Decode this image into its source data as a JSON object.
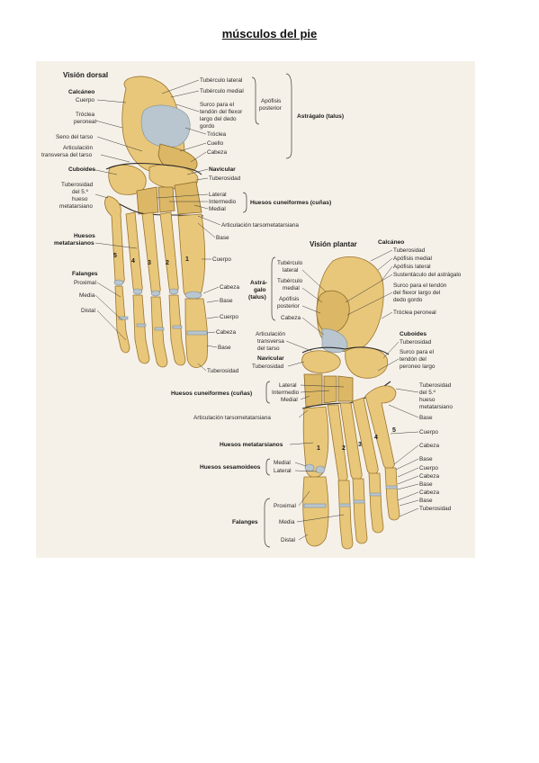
{
  "page": {
    "title": "músculos del pie"
  },
  "dorsal": {
    "title": "Visión dorsal",
    "calcaneo": "Calcáneo",
    "cuerpo": "Cuerpo",
    "troclea_peroneal": [
      "Tróclea",
      "peroneal"
    ],
    "seno_tarso": "Seno del tarso",
    "art_transversa": [
      "Articulación",
      "transversa del tarso"
    ],
    "cuboides": "Cuboides",
    "tuberosidad_5": [
      "Tuberosidad",
      "del 5.º",
      "hueso",
      "metatarsiano"
    ],
    "huesos_metatarsianos": [
      "Huesos",
      "metatarsianos"
    ],
    "falanges": "Falanges",
    "proximal": "Proximal",
    "media": "Media",
    "distal": "Distal",
    "tuberculo_lateral": "Tubérculo lateral",
    "tuberculo_medial": "Tubérculo medial",
    "surco": [
      "Surco para el",
      "tendón del flexor",
      "largo del dedo",
      "gordo"
    ],
    "apofisis_posterior": [
      "Apófisis",
      "posterior"
    ],
    "astragalo": "Astrágalo (talus)",
    "troclea": "Tróclea",
    "cuello": "Cuello",
    "cabeza": "Cabeza",
    "navicular": "Navicular",
    "tuberosidad": "Tuberosidad",
    "lateral": "Lateral",
    "intermedio": "Intermedio",
    "medial": "Medial",
    "cuneiformes": "Huesos cuneiformes (cuñas)",
    "art_tarsometatarsiana": "Articulación tarsometatarsiana",
    "base": "Base",
    "cuerpo_mt": "Cuerpo",
    "cabeza_mt": "Cabeza",
    "base_f": "Base",
    "cuerpo_f": "Cuerpo",
    "cabeza_f": "Cabeza",
    "base_f2": "Base",
    "tuberosidad_f": "Tuberosidad",
    "numbers": [
      "5",
      "4",
      "3",
      "2",
      "1"
    ]
  },
  "plantar": {
    "title": "Visión plantar",
    "calcaneo": "Calcáneo",
    "tuberosidad": "Tuberosidad",
    "apofisis_medial": "Apófisis medial",
    "apofisis_lateral": "Apófisis lateral",
    "sustentaculo": "Sustentáculo del astrágalo",
    "surco": [
      "Surco para el tendón",
      "del flexor largo del",
      "dedo gordo"
    ],
    "troclea_peroneal": "Tróclea peroneal",
    "astragalo": [
      "Astrá-",
      "galo",
      "(talus)"
    ],
    "tuberculo_lateral": [
      "Tubérculo",
      "lateral"
    ],
    "tuberculo_medial": [
      "Tubérculo",
      "medial"
    ],
    "apofisis_posterior": [
      "Apófisis",
      "posterior"
    ],
    "cabeza": "Cabeza",
    "art_transversa": [
      "Articulación",
      "transversa",
      "del tarso"
    ],
    "navicular": "Navicular",
    "tuberosidad_nav": "Tuberosidad",
    "cuboides": "Cuboides",
    "tuberosidad_cub": "Tuberosidad",
    "surco_peroneo": [
      "Surco para el",
      "tendón del",
      "peroneo largo"
    ],
    "cuneiformes": "Huesos cuneiformes (cuñas)",
    "lateral": "Lateral",
    "intermedio": "Intermedio",
    "medial": "Medial",
    "tuberosidad_5": [
      "Tuberosidad",
      "del 5.º",
      "hueso",
      "metatarsiano"
    ],
    "art_tarsometatarsiana": "Articulación tarsometatarsiana",
    "base": "Base",
    "cuerpo": "Cuerpo",
    "huesos_metatarsianos": "Huesos metatarsianos",
    "cabeza_mt": "Cabeza",
    "sesamoideos": "Huesos sesamoideos",
    "ses_medial": "Medial",
    "ses_lateral": "Lateral",
    "base_f": "Base",
    "cuerpo_f": "Cuerpo",
    "cabeza_f": "Cabeza",
    "base_f2": "Base",
    "cabeza_f2": "Cabeza",
    "base_f3": "Base",
    "tuberosidad_f": "Tuberosidad",
    "falanges": "Falanges",
    "proximal": "Proximal",
    "media": "Media",
    "distal": "Distal",
    "numbers": [
      "1",
      "2",
      "3",
      "4",
      "5"
    ]
  },
  "colors": {
    "bone": "#e8c77a",
    "bone_outline": "#9a7430",
    "cartilage": "#b9c6cf",
    "background": "#f6f1e8"
  }
}
